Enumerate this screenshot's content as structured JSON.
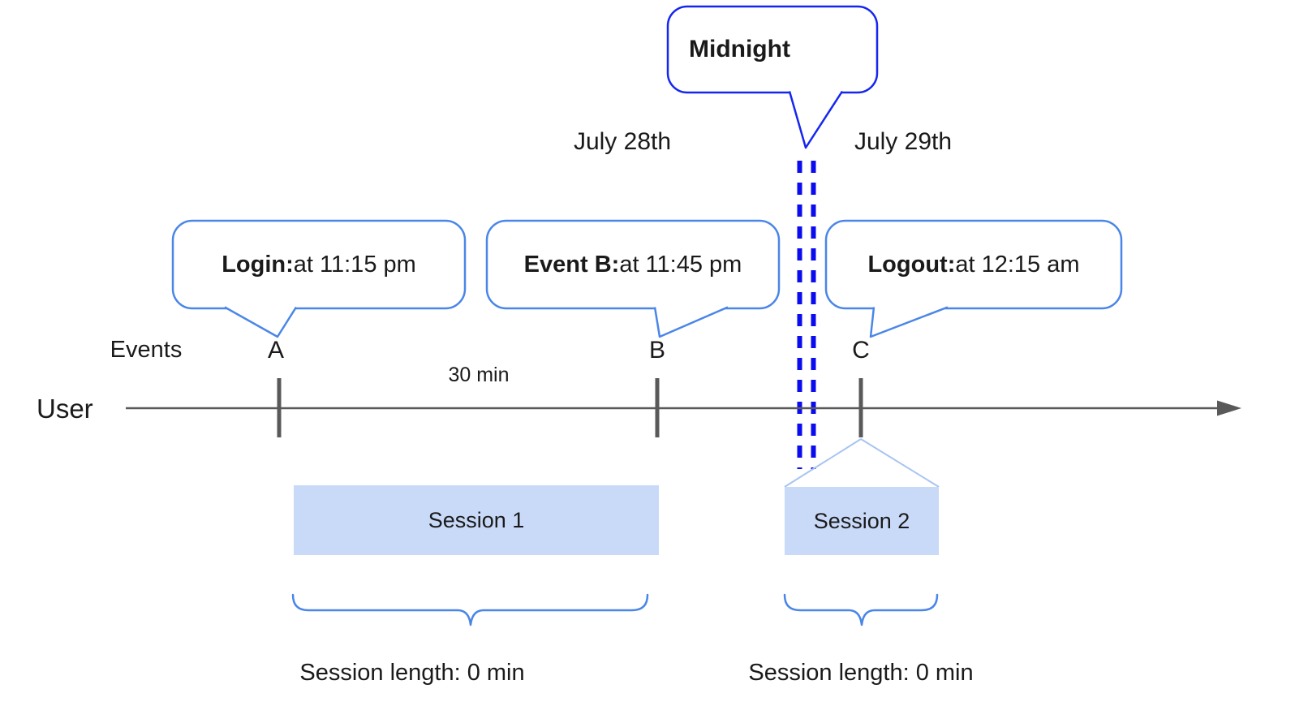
{
  "dates": {
    "left": "July 28th",
    "right": "July 29th"
  },
  "midnight": {
    "label": "Midnight"
  },
  "bubbles": {
    "login": {
      "bold": "Login:",
      "rest": " at 11:15 pm"
    },
    "event_b": {
      "bold": "Event B:",
      "rest": " at 11:45 pm"
    },
    "logout": {
      "bold": "Logout:",
      "rest": " at 12:15 am"
    }
  },
  "timeline": {
    "events_label": "Events",
    "user_label": "User",
    "interval_label": "30 min",
    "event_marks": [
      "A",
      "B",
      "C"
    ]
  },
  "sessions": [
    {
      "label": "Session 1",
      "length_label": "Session length: 0 min"
    },
    {
      "label": "Session 2",
      "length_label": "Session length: 0 min"
    }
  ],
  "colors": {
    "cornflower": "#4a86e8",
    "deep_blue": "#1626f0",
    "dash_blue": "#0b0bf0",
    "line_gray": "#595959",
    "session_fill": "#c9daf8",
    "funnel_blue": "#a7c4f2",
    "text": "#1a1a1a"
  }
}
